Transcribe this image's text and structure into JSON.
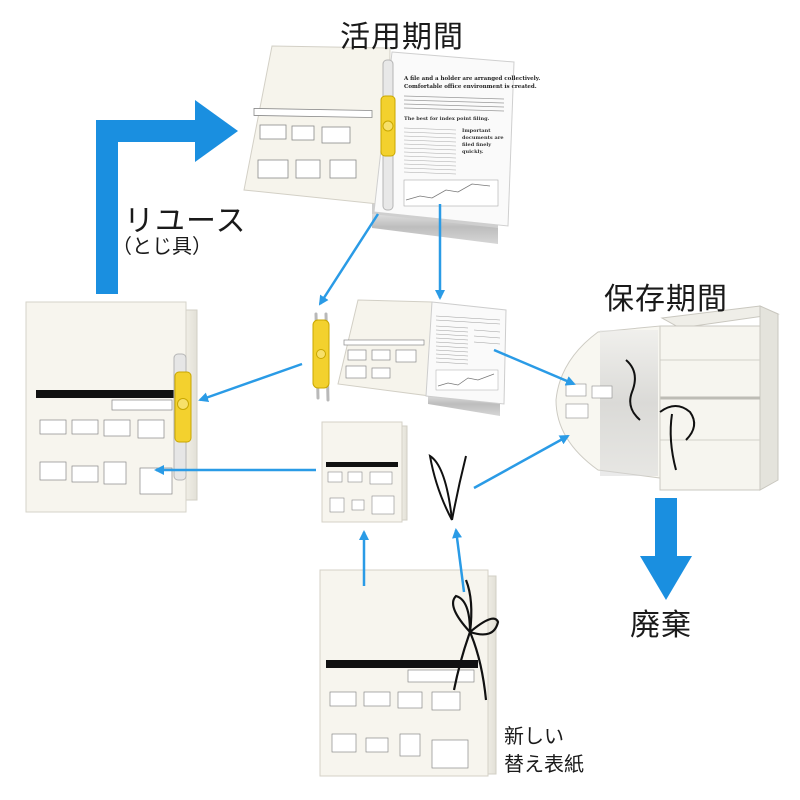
{
  "labels": {
    "active_period": "活用期間",
    "storage_period": "保存期間",
    "reuse": "リユース",
    "reuse_sub": "（とじ具）",
    "disposal": "廃棄",
    "new_cover_line1": "新しい",
    "new_cover_line2": "替え表紙"
  },
  "document_texts": {
    "heading_1": "A file and a holder are arranged collectively.",
    "heading_2": "Comfortable office environment is created.",
    "section_title": "The best for index point filing.",
    "sidebar_1": "Important",
    "sidebar_2": "documents are",
    "sidebar_3": "filed finely",
    "sidebar_4": "quickly."
  },
  "colors": {
    "arrow_blue": "#1a8fe0",
    "thin_arrow_blue": "#2a9be6",
    "clip_yellow": "#f3d12e",
    "cover_white": "#f7f5ee",
    "outline_gray": "#c8c6bd",
    "string_black": "#111111"
  }
}
